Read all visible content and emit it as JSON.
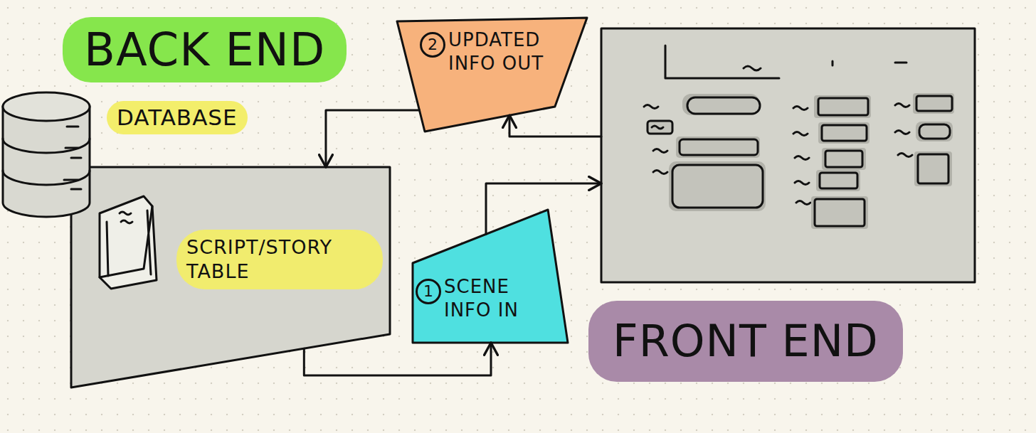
{
  "diagram": {
    "nodes": [
      {
        "text": [
          "SCRIPT/STORY TABLE"
        ]
      },
      {
        "text": [
          "2",
          "UPDATED INFO OUT"
        ]
      },
      {
        "text": [
          "1",
          "SCENE INFO IN"
        ]
      },
      {
        "text": [
          "FRONT END"
        ]
      }
    ],
    "edges": [
      {
        "from": 0,
        "to": 2,
        "arrow": "to"
      },
      {
        "from": 2,
        "to": 3,
        "arrow": "to"
      },
      {
        "from": 3,
        "to": 1,
        "arrow": "to"
      },
      {
        "from": 1,
        "to": 0,
        "arrow": "to"
      }
    ],
    "labels": [
      "BACK END",
      "DATABASE"
    ]
  }
}
